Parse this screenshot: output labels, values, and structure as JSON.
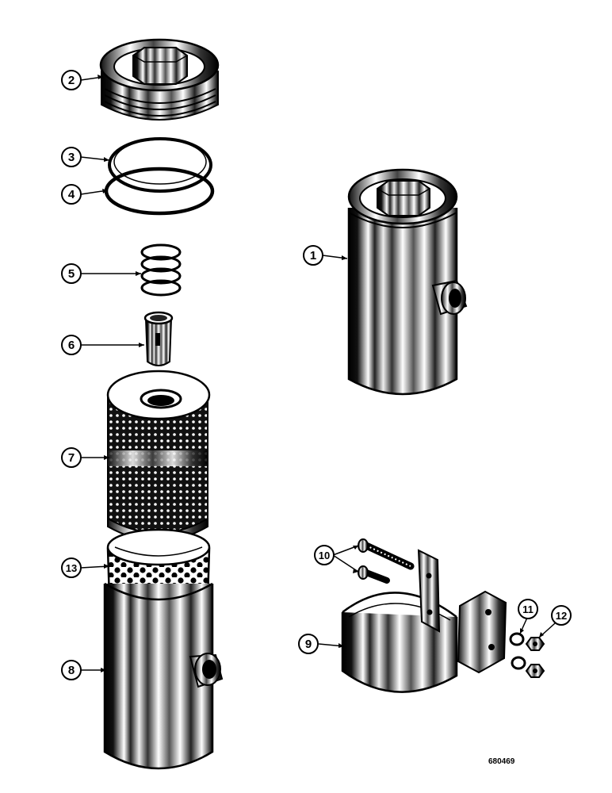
{
  "figure_number": "680469",
  "callouts": {
    "c1": "1",
    "c2": "2",
    "c3": "3",
    "c4": "4",
    "c5": "5",
    "c6": "6",
    "c7": "7",
    "c8": "8",
    "c9": "9",
    "c10": "10",
    "c11": "11",
    "c12": "12",
    "c13": "13"
  },
  "colors": {
    "ink": "#000000",
    "paper": "#ffffff",
    "shade": "#1a1a1a"
  }
}
